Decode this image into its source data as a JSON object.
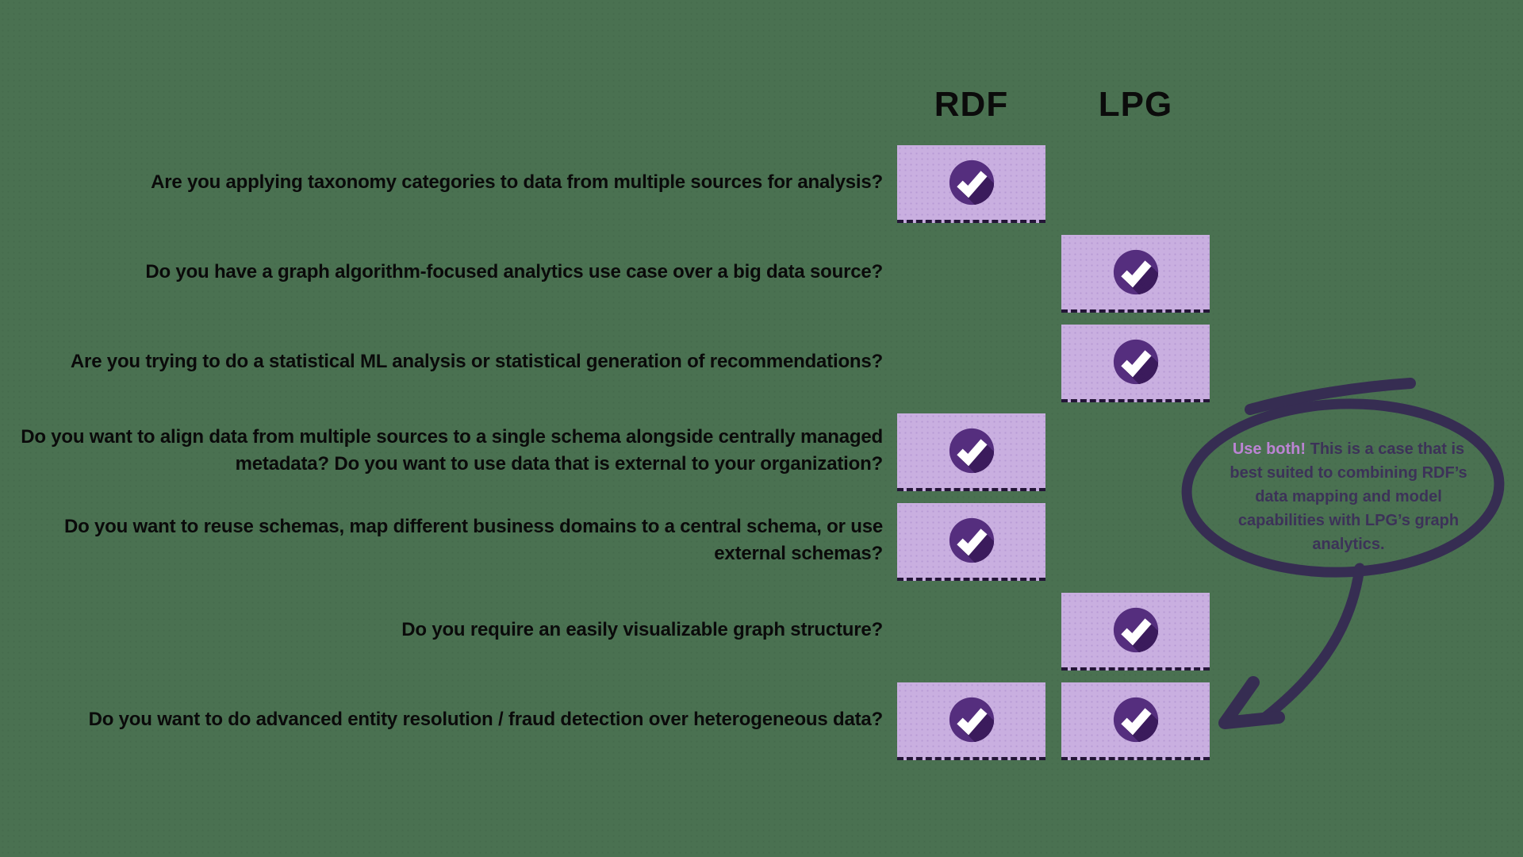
{
  "table": {
    "columns": [
      {
        "key": "rdf",
        "label": "RDF"
      },
      {
        "key": "lpg",
        "label": "LPG"
      }
    ],
    "rows": [
      {
        "question": "Are you applying taxonomy categories to data from multiple sources for analysis?",
        "rdf": true,
        "lpg": false
      },
      {
        "question": "Do you have a graph algorithm-focused analytics use case over a big data source?",
        "rdf": false,
        "lpg": true
      },
      {
        "question": "Are you trying to do a statistical ML analysis or statistical generation of recommendations?",
        "rdf": false,
        "lpg": true
      },
      {
        "question": "Do you want to align data from multiple sources to a single schema alongside centrally managed metadata? Do you want to use data that is external to your organization?",
        "rdf": true,
        "lpg": false
      },
      {
        "question": "Do you want to reuse schemas, map different business domains to a central schema, or use external schemas?",
        "rdf": true,
        "lpg": false
      },
      {
        "question": "Do you require an easily visualizable graph structure?",
        "rdf": false,
        "lpg": true
      },
      {
        "question": "Do you want to do advanced entity resolution / fraud detection over heterogeneous data?",
        "rdf": true,
        "lpg": true
      }
    ]
  },
  "annotation": {
    "lead": "Use both!",
    "text": "This is a case that is best suited to combining RDF’s data mapping and model capabilities with LPG’s graph analytics."
  },
  "icons": {
    "check": "checkmark-icon",
    "arrow": "callout-arrow-icon"
  },
  "colors": {
    "background": "#4a7151",
    "cell_background": "#c9afe0",
    "check_circle": "#552e7e",
    "check_long_shadow": "#3b1b5c",
    "check_mark": "#ffffff",
    "ink_stroke": "#362d52",
    "question_text": "#0a0a0a",
    "header_text": "#0b0b0b",
    "callout_lead": "#bc84d4",
    "callout_text": "#3c3258"
  }
}
